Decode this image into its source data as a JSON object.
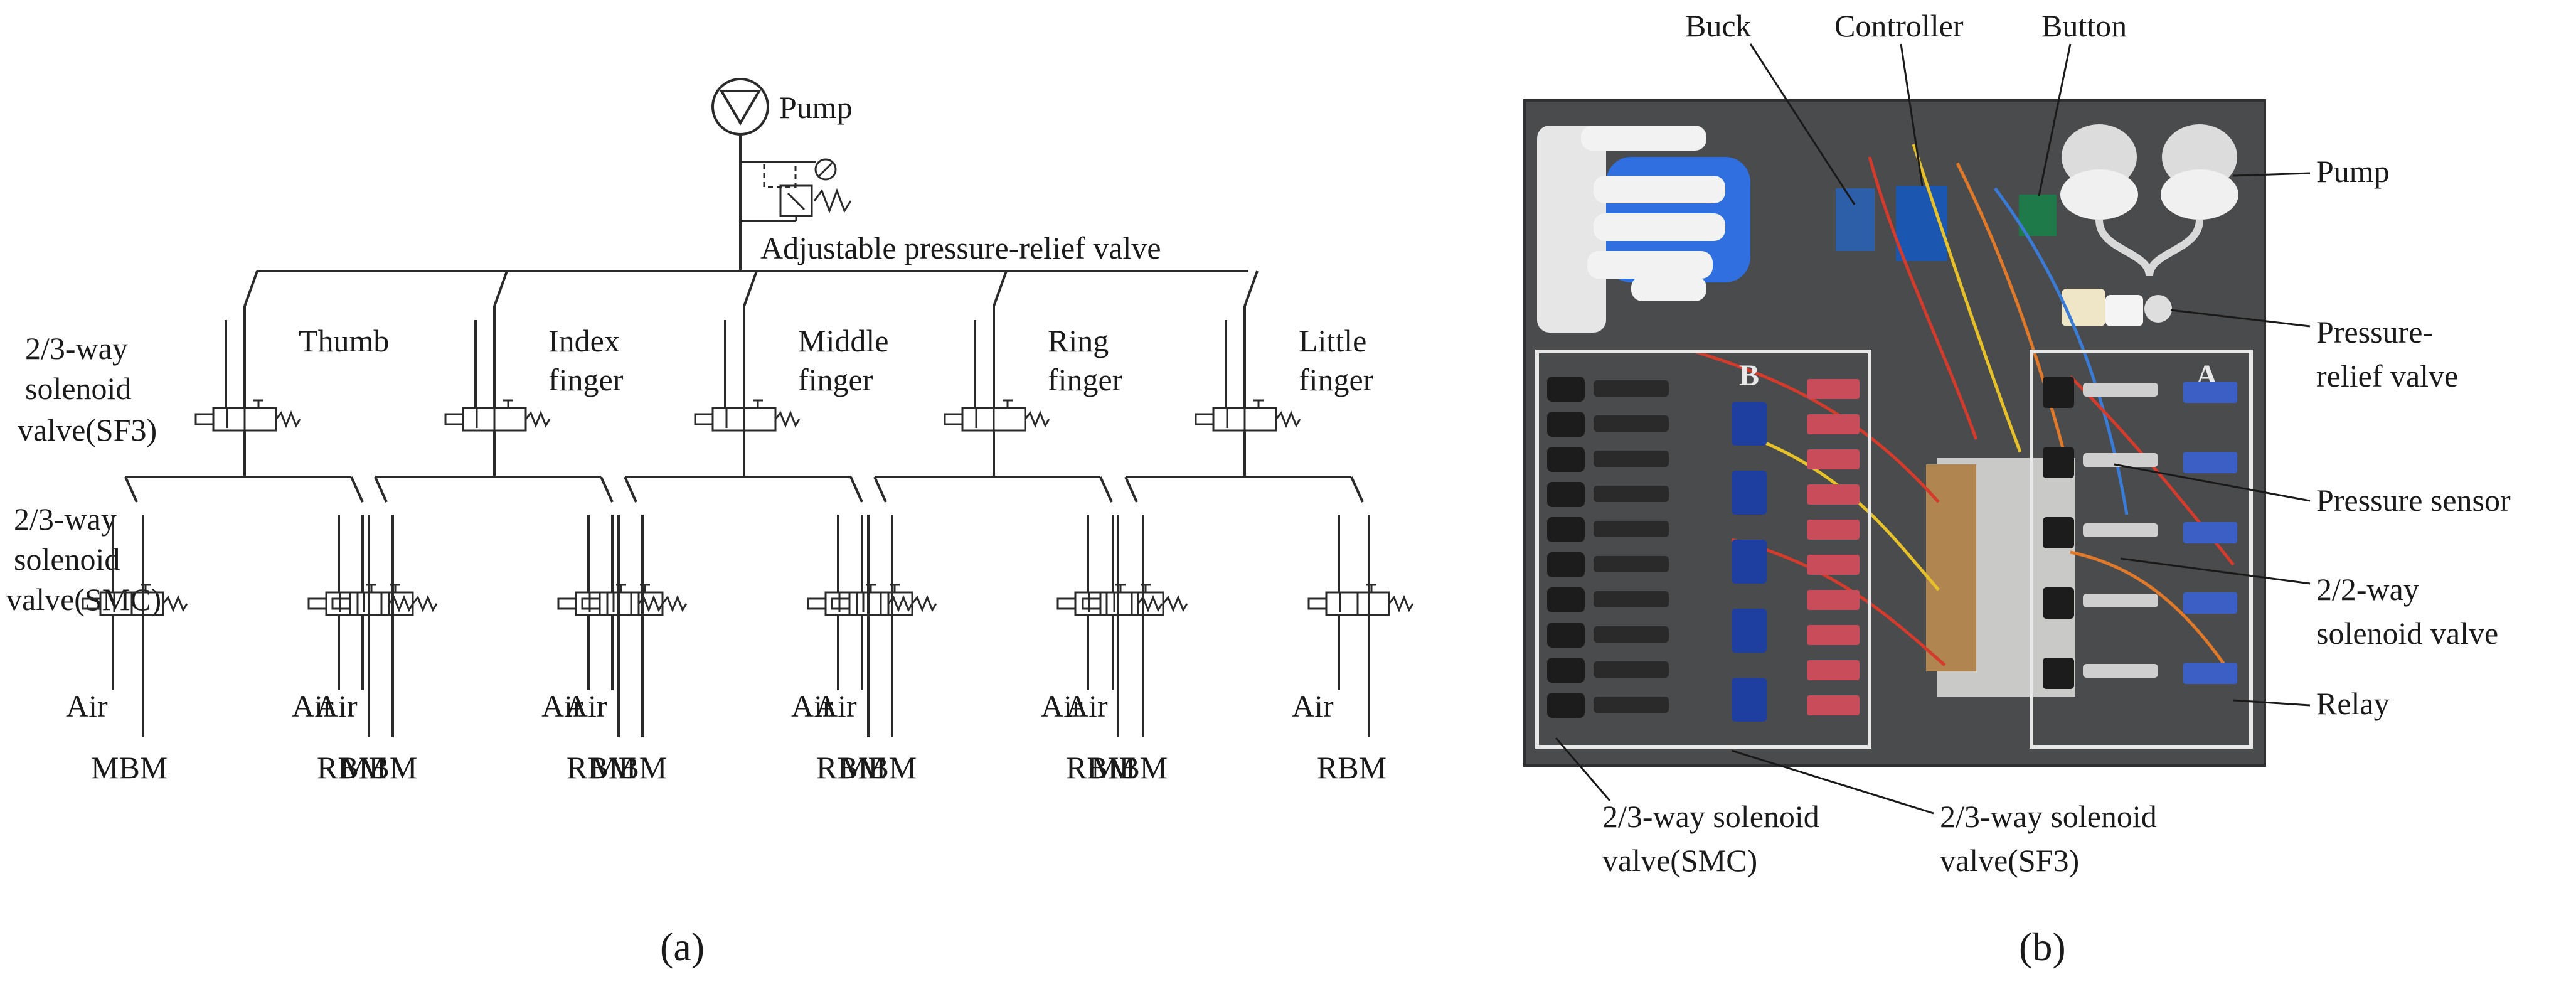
{
  "panel_a": {
    "caption": "(a)",
    "pump_label": "Pump",
    "relief_label": "Adjustable pressure-relief valve",
    "sf3_label_lines": [
      "2/3-way",
      "solenoid",
      "valve(SF3)"
    ],
    "smc_label_lines": [
      "2/3-way",
      "solenoid",
      "valve(SMC)"
    ],
    "fingers": [
      {
        "lines": [
          "Thumb"
        ]
      },
      {
        "lines": [
          "Index",
          "finger"
        ]
      },
      {
        "lines": [
          "Middle",
          "finger"
        ]
      },
      {
        "lines": [
          "Ring",
          "finger"
        ]
      },
      {
        "lines": [
          "Little",
          "finger"
        ]
      }
    ],
    "air_label": "Air",
    "mbm_label": "MBM",
    "rbm_label": "RBM"
  },
  "panel_b": {
    "caption": "(b)",
    "top_labels": {
      "buck": "Buck",
      "controller": "Controller",
      "button": "Button"
    },
    "right_labels": {
      "pump": "Pump",
      "relief": [
        "Pressure-",
        "relief valve"
      ],
      "sensor": "Pressure sensor",
      "valve22": [
        "2/2-way",
        "solenoid valve"
      ],
      "relay": "Relay"
    },
    "bottom_labels": {
      "smc": [
        "2/3-way solenoid",
        "valve(SMC)"
      ],
      "sf3": [
        "2/3-way solenoid",
        "valve(SF3)"
      ]
    },
    "box_a": "A",
    "box_b": "B"
  }
}
